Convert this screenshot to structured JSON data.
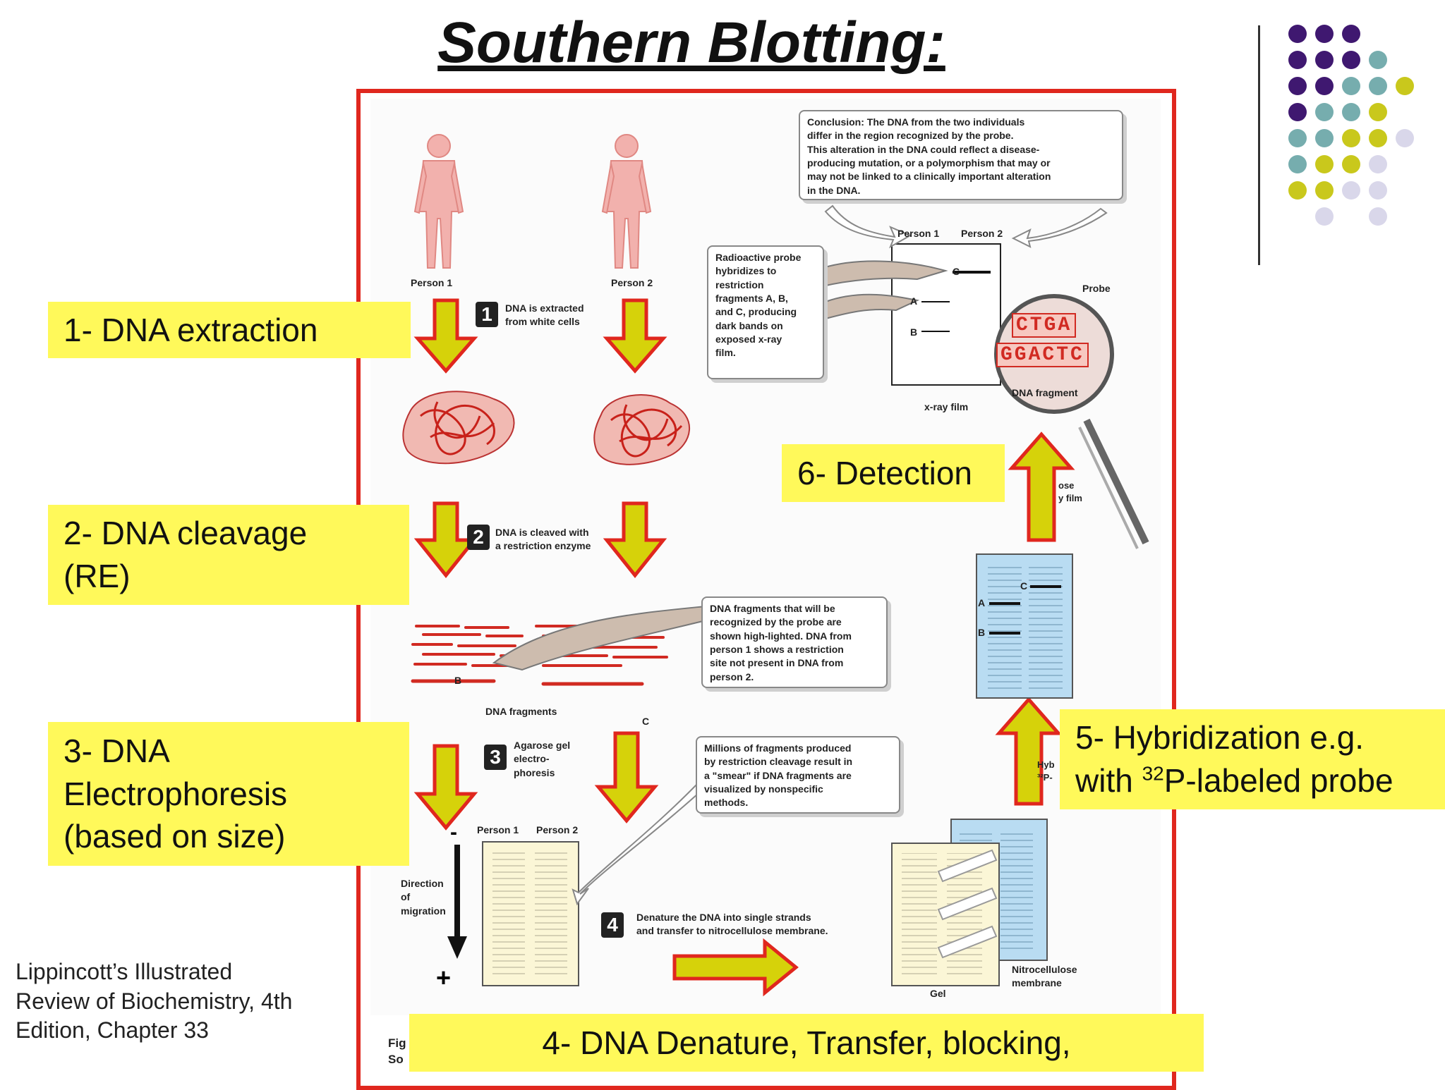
{
  "title": "Southern Blotting:",
  "colors": {
    "frame": "#e0271e",
    "label_bg": "#fff95a",
    "arrow_fill": "#d6d20a",
    "arrow_stroke": "#e0271e",
    "membrane": "#b9dcf2",
    "gel": "#fbf6d6",
    "purple": "#3f1870",
    "teal": "#76adae",
    "olive": "#c9c81c",
    "lavender": "#d9d7ea"
  },
  "steps": {
    "s1": "1- DNA extraction",
    "s2_line1": "2- DNA cleavage",
    "s2_line2": "(RE)",
    "s3_line1": "3- DNA",
    "s3_line2": "Electrophoresis",
    "s3_line3": "(based on size)",
    "s4": "4- DNA Denature, Transfer, blocking,",
    "s5_line1": "5- Hybridization e.g.",
    "s5_with": "with ",
    "s5_sup": "32",
    "s5_rest": "P-labeled probe",
    "s6": "6- Detection"
  },
  "citation": {
    "line1": "Lippincott’s Illustrated",
    "line2": "Review of Biochemistry, 4th",
    "line3": "Edition, Chapter 33"
  },
  "figure": {
    "person1": "Person 1",
    "person2": "Person 2",
    "step1_badge": "1",
    "step1_text1": "DNA is extracted",
    "step1_text2": "from white cells",
    "step2_badge": "2",
    "step2_text1": "DNA is cleaved with",
    "step2_text2": "a restriction enzyme",
    "step3_badge": "3",
    "step3_text1": "Agarose gel",
    "step3_text2": "electro-",
    "step3_text3": "phoresis",
    "step4_badge": "4",
    "step4_text1": "Denature the DNA into single strands",
    "step4_text2": "and transfer to nitrocellulose membrane.",
    "dna_fragments": "DNA fragments",
    "frag_b": "B",
    "frag_c": "C",
    "direction1": "Direction",
    "direction2": "of",
    "direction3": "migration",
    "minus": "-",
    "plus": "+",
    "gel_person1": "Person 1",
    "gel_person2": "Person 2",
    "gel_label": "Gel",
    "nitro1": "Nitrocellulose",
    "nitro2": "membrane",
    "band_a": "A",
    "band_b": "B",
    "band_c": "C",
    "xray_film": "x-ray film",
    "probe": "Probe",
    "dna_fragment": "DNA fragment",
    "probe_seq": "CTGA",
    "frag_seq": "GGACTC",
    "hyb_partial1": "Hyb",
    "hyb_partial2": "³²P-",
    "ose_partial1": "ose",
    "ose_partial2": "y film",
    "fig_partial1": "Fig",
    "fig_partial2": "So",
    "callout_conclusion": [
      "Conclusion: The DNA from the two individuals",
      "differ in the region recognized by the probe.",
      "This alteration in the DNA could reflect a disease-",
      "producing mutation, or a polymorphism that may or",
      "may not be linked to a clinically important alteration",
      "in the DNA."
    ],
    "callout_radioactive": [
      "Radioactive probe",
      "hybridizes to",
      "restriction",
      "fragments A, B,",
      "and C, producing",
      "dark bands on",
      "exposed x-ray",
      "film."
    ],
    "callout_fragments": [
      "DNA fragments that will be",
      "recognized by the probe are",
      "shown high-lighted. DNA from",
      "person 1 shows a restriction",
      "site not present in DNA from",
      "person 2."
    ],
    "callout_millions": [
      "Millions of fragments produced",
      "by restriction cleavage result in",
      "a \"smear\" if DNA fragments are",
      "visualized by nonspecific",
      "methods."
    ]
  }
}
